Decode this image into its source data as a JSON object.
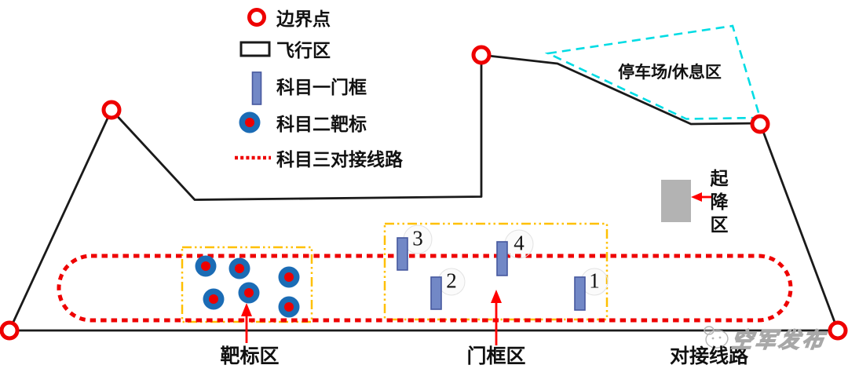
{
  "legend": {
    "items": [
      {
        "icon": "boundary-point-icon",
        "label": "边界点"
      },
      {
        "icon": "flight-zone-icon",
        "label": "飞行区"
      },
      {
        "icon": "gate-icon",
        "label": "科目一门框"
      },
      {
        "icon": "target-icon",
        "label": "科目二靶标"
      },
      {
        "icon": "route-icon",
        "label": "科目三对接线路"
      }
    ]
  },
  "labels": {
    "parking": "停车场/休息区",
    "landing": "起降区",
    "target_zone": "靶标区",
    "gate_zone": "门框区",
    "docking_route": "对接线路"
  },
  "gates": [
    {
      "number": "1"
    },
    {
      "number": "2"
    },
    {
      "number": "3"
    },
    {
      "number": "4"
    }
  ],
  "counts": {
    "boundary_points": 5,
    "targets": 6,
    "gates": 4
  },
  "watermark": {
    "text": "空军发布"
  },
  "colors": {
    "boundary_red": "#ee0000",
    "route_red": "#ee0000",
    "arrow_red": "#ff0000",
    "parking_cyan": "#00dce4",
    "zone_orange": "#ffc000",
    "target_blue": "#1b6cb5",
    "target_center_red": "#ee0000",
    "gate_fill_blue": "#7288c6",
    "gate_border_blue": "#46589e",
    "landing_gray": "#b3b3b3",
    "line_black": "#1a1a1a"
  }
}
